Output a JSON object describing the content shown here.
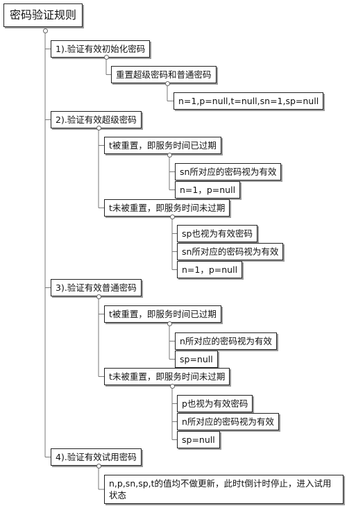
{
  "title": "密码验证规则",
  "sections": [
    {
      "label": "1).验证有效初始化密码",
      "children": [
        {
          "label": "重置超级密码和普通密码",
          "children": [
            "n=1,p=null,t=null,sn=1,sp=null"
          ]
        }
      ]
    },
    {
      "label": "2).验证有效超级密码",
      "children": [
        {
          "label": "t被重置，即服务时间已过期",
          "children": [
            "sn所对应的密码视为有效",
            "n=1，p=null"
          ]
        },
        {
          "label": "t未被重置，即服务时间未过期",
          "children": [
            "sp也视为有效密码",
            "sn所对应的密码视为有效",
            "n=1，p=null"
          ]
        }
      ]
    },
    {
      "label": "3).验证有效普通密码",
      "children": [
        {
          "label": "t被重置，即服务时间已过期",
          "children": [
            "n所对应的密码视为有效",
            "sp=null"
          ]
        },
        {
          "label": "t未被重置，即服务时间未过期",
          "children": [
            "p也视为有效密码",
            "n所对应的密码视为有效",
            "sp=null"
          ]
        }
      ]
    },
    {
      "label": "4).验证有效试用密码",
      "children": [
        {
          "label": "n,p,sn,sp,t的值均不做更新，此时t倒计时停止，进入试用状态"
        }
      ]
    }
  ]
}
